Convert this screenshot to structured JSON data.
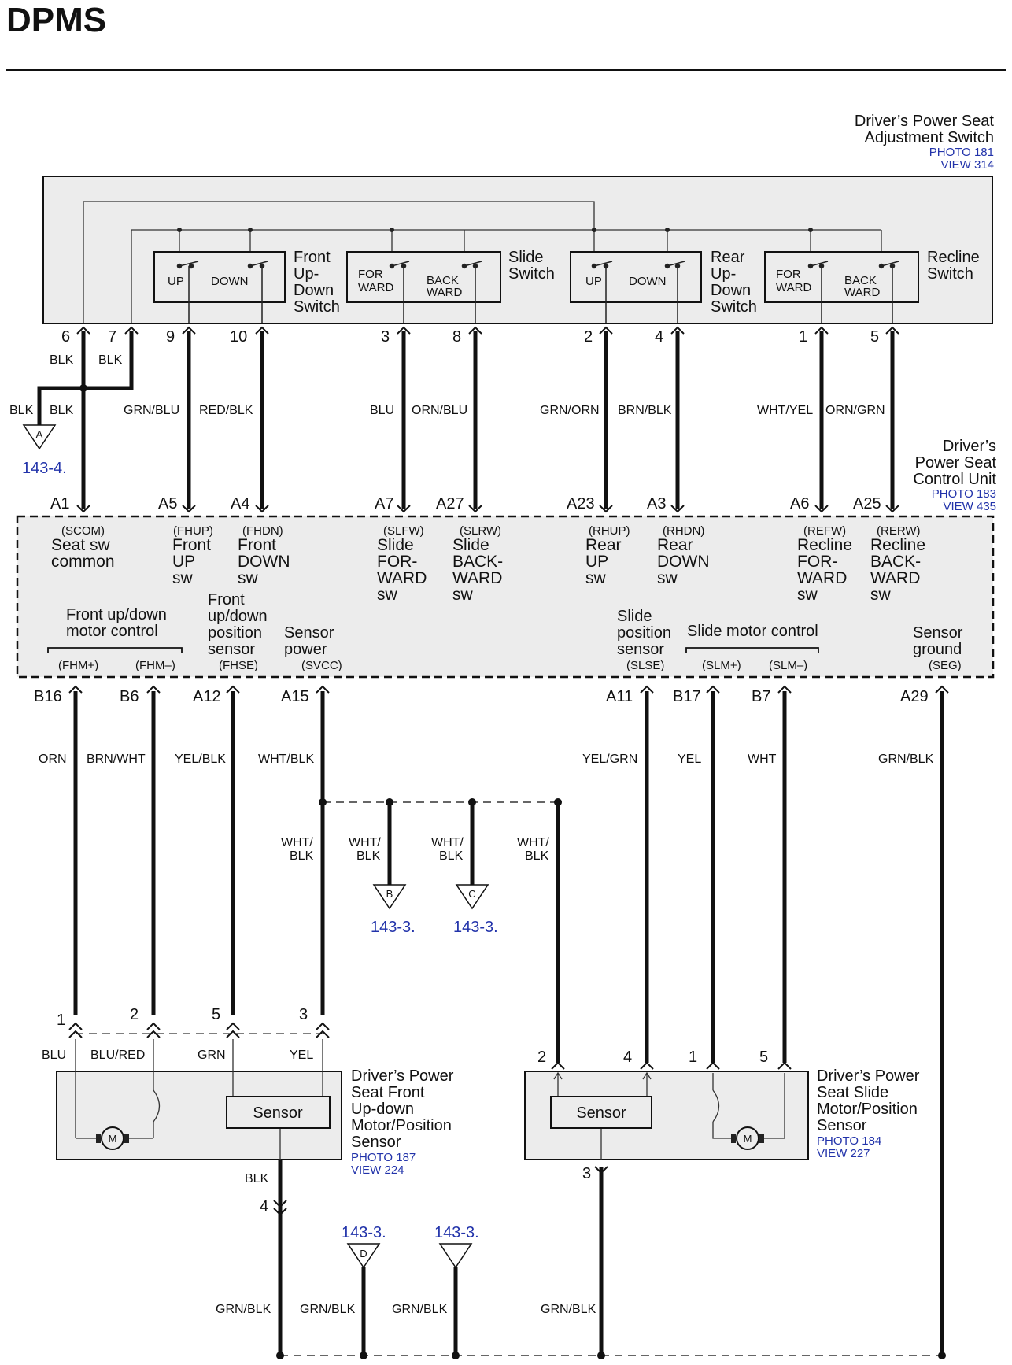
{
  "title": "DPMS",
  "switch_unit": {
    "name1": "Driver’s Power Seat",
    "name2": "Adjustment Switch",
    "photo": "PHOTO 181",
    "view": "VIEW 314",
    "groups": [
      {
        "a": "UP",
        "b": "DOWN",
        "title": [
          "Front",
          "Up-",
          "Down",
          "Switch"
        ]
      },
      {
        "a1": "FOR",
        "a2": "WARD",
        "b1": "BACK",
        "b2": "WARD",
        "title": [
          "Slide",
          "Switch"
        ]
      },
      {
        "a": "UP",
        "b": "DOWN",
        "title": [
          "Rear",
          "Up-",
          "Down",
          "Switch"
        ]
      },
      {
        "a1": "FOR",
        "a2": "WARD",
        "b1": "BACK",
        "b2": "WARD",
        "title": [
          "Recline",
          "Switch"
        ]
      }
    ],
    "pins": [
      "6",
      "7",
      "9",
      "10",
      "3",
      "8",
      "2",
      "4",
      "1",
      "5"
    ]
  },
  "upper_wires": {
    "blk1": "BLK",
    "blk2": "BLK",
    "blk3": "BLK",
    "blk4": "BLK",
    "colors": [
      "GRN/BLU",
      "RED/BLK",
      "BLU",
      "ORN/BLU",
      "GRN/ORN",
      "BRN/BLK",
      "WHT/YEL",
      "ORN/GRN"
    ],
    "ground_a": "A",
    "ground_a_ref": "143-4."
  },
  "control_unit": {
    "name1": "Driver’s",
    "name2": "Power Seat",
    "name3": "Control Unit",
    "photo": "PHOTO 183",
    "view": "VIEW 435",
    "top_pins": [
      "A1",
      "A5",
      "A4",
      "A7",
      "A27",
      "A23",
      "A3",
      "A6",
      "A25"
    ],
    "top_signals": [
      {
        "code": "(SCOM)",
        "lines": [
          "Seat sw",
          "common"
        ]
      },
      {
        "code": "(FHUP)",
        "lines": [
          "Front",
          "UP",
          "sw"
        ]
      },
      {
        "code": "(FHDN)",
        "lines": [
          "Front",
          "DOWN",
          "sw"
        ]
      },
      {
        "code": "(SLFW)",
        "lines": [
          "Slide",
          "FOR-",
          "WARD",
          "sw"
        ]
      },
      {
        "code": "(SLRW)",
        "lines": [
          "Slide",
          "BACK-",
          "WARD",
          "sw"
        ]
      },
      {
        "code": "(RHUP)",
        "lines": [
          "Rear",
          "UP",
          "sw"
        ]
      },
      {
        "code": "(RHDN)",
        "lines": [
          "Rear",
          "DOWN",
          "sw"
        ]
      },
      {
        "code": "(REFW)",
        "lines": [
          "Recline",
          "FOR-",
          "WARD",
          "sw"
        ]
      },
      {
        "code": "(RERW)",
        "lines": [
          "Recline",
          "BACK-",
          "WARD",
          "sw"
        ]
      }
    ],
    "front_motor_ctrl": [
      "Front up/down",
      "motor control"
    ],
    "front_pos_sensor": [
      "Front",
      "up/down",
      "position",
      "sensor"
    ],
    "sensor_power": [
      "Sensor",
      "power"
    ],
    "slide_pos_sensor": [
      "Slide",
      "position",
      "sensor"
    ],
    "slide_motor_ctrl": "Slide motor control",
    "sensor_ground": [
      "Sensor",
      "ground"
    ],
    "bottom_codes": [
      "(FHM+)",
      "(FHM–)",
      "(FHSE)",
      "(SVCC)",
      "(SLSE)",
      "(SLM+)",
      "(SLM–)",
      "(SEG)"
    ],
    "bottom_pins": [
      "B16",
      "B6",
      "A12",
      "A15",
      "A11",
      "B17",
      "B7",
      "A29"
    ]
  },
  "lower_wires": {
    "colors": [
      "ORN",
      "BRN/WHT",
      "YEL/BLK",
      "WHT/BLK",
      "YEL/GRN",
      "YEL",
      "WHT",
      "GRN/BLK"
    ],
    "branch_w1": "WHT/",
    "branch_w2": "BLK",
    "ground_b": "B",
    "ground_c": "C",
    "ground_d": "D",
    "ref": "143-3."
  },
  "front_sensor": {
    "pins": [
      "1",
      "2",
      "5",
      "3"
    ],
    "wire_colors": [
      "BLU",
      "BLU/RED",
      "GRN",
      "YEL"
    ],
    "box_label": "Sensor",
    "motor": "M",
    "name": [
      "Driver’s Power",
      "Seat Front",
      "Up-down",
      "Motor/Position",
      "Sensor"
    ],
    "photo": "PHOTO 187",
    "view": "VIEW 224",
    "out_color": "BLK",
    "out_pin": "4"
  },
  "slide_sensor": {
    "pins": [
      "2",
      "4",
      "1",
      "5"
    ],
    "box_label": "Sensor",
    "motor": "M",
    "name": [
      "Driver’s Power",
      "Seat Slide",
      "Motor/Position",
      "Sensor"
    ],
    "photo": "PHOTO 184",
    "view": "VIEW 227",
    "out_pin": "3"
  },
  "bottom": {
    "ground_color": "GRN/BLK"
  }
}
